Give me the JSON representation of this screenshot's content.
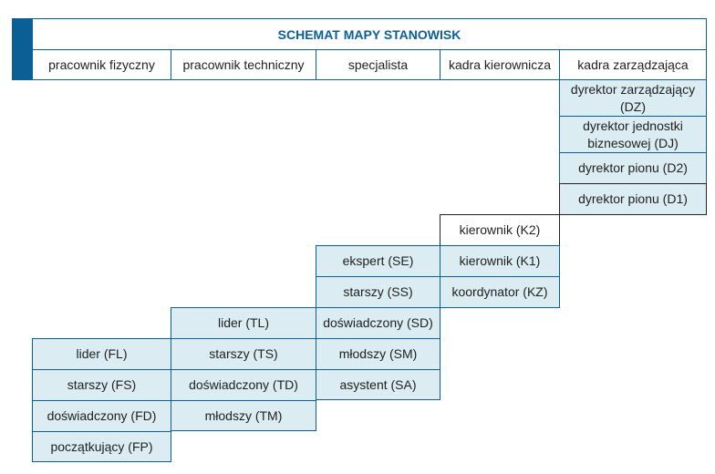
{
  "title": "SCHEMAT MAPY STANOWISK",
  "columns": [
    {
      "header": "pracownik fizyczny",
      "levels": [
        "lider (FL)",
        "starszy (FS)",
        "doświadczony (FD)",
        "początkujący (FP)"
      ]
    },
    {
      "header": "pracownik techniczny",
      "levels": [
        "lider (TL)",
        "starszy (TS)",
        "doświadczony (TD)",
        "młodszy (TM)"
      ]
    },
    {
      "header": "specjalista",
      "levels": [
        "ekspert (SE)",
        "starszy (SS)",
        "doświadczony (SD)",
        "młodszy (SM)",
        "asystent (SA)"
      ]
    },
    {
      "header": "kadra kierownicza",
      "levels": [
        "kierownik (K2)",
        "kierownik (K1)",
        "koordynator (KZ)"
      ]
    },
    {
      "header": "kadra zarządzająca",
      "levels": [
        "dyrektor zarządzający (DZ)",
        "dyrektor jednostki biznesowej (DJ)",
        "dyrektor pionu (D2)",
        "dyrektor pionu (D1)"
      ]
    }
  ],
  "colors": {
    "accent": "#0a5f95",
    "cell_fill": "#dbecf3",
    "border": "#0a5f95"
  }
}
